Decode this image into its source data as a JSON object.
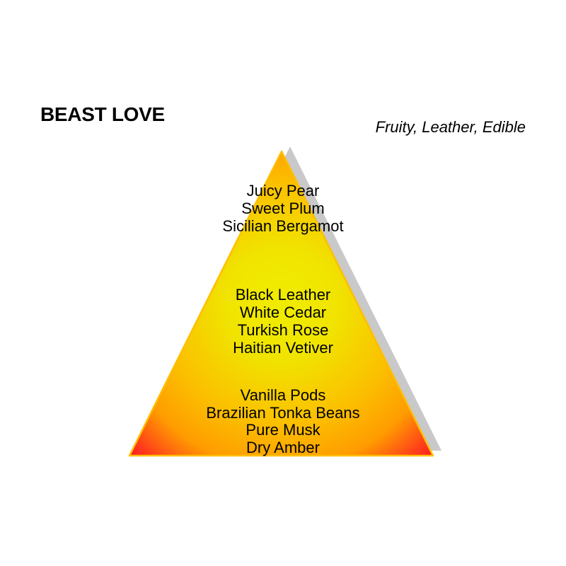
{
  "header": {
    "title": "BEAST LOVE",
    "subtitle": "Fruity, Leather, Edible"
  },
  "pyramid": {
    "top_notes": [
      "Juicy Pear",
      "Sweet Plum",
      "Sicilian Bergamot"
    ],
    "heart_notes": [
      "Black Leather",
      "White Cedar",
      "Turkish Rose",
      "Haitian Vetiver"
    ],
    "base_notes": [
      "Vanilla Pods",
      "Brazilian Tonka Beans",
      "Pure Musk",
      "Dry Amber"
    ]
  },
  "colors": {
    "gradient_center_yellow": "#F0ED00",
    "gradient_inner_yellow": "#F0E400",
    "gradient_gold": "#FBBF00",
    "gradient_orange": "#FF9C00",
    "gradient_edge_red": "#FF0A28",
    "outline_gold": "#FFBE00",
    "shadow_gray": "#C9C9C9",
    "text_black": "#000000",
    "background_white": "#FFFFFF"
  }
}
